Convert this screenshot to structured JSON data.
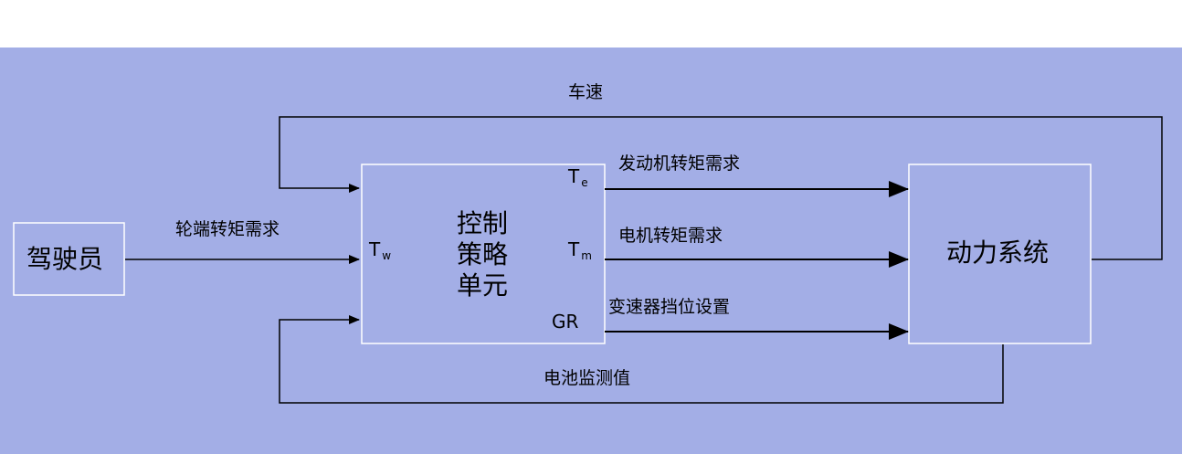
{
  "colors": {
    "background": "#a3aee6",
    "box_fill": "#a3aee6",
    "box_border": "#ffffff",
    "line": "#000000"
  },
  "nodes": {
    "driver": {
      "label": "驾驶员"
    },
    "control_unit": {
      "label_lines": [
        "控制",
        "策略",
        "单元"
      ]
    },
    "power_system": {
      "label": "动力系统"
    }
  },
  "ports": {
    "tw": {
      "main": "T",
      "sub": "w"
    },
    "te": {
      "main": "T",
      "sub": "e"
    },
    "tm": {
      "main": "T",
      "sub": "m"
    },
    "gr": {
      "main": "GR"
    }
  },
  "edges": {
    "wheel_torque_demand": "轮端转矩需求",
    "engine_torque_demand": "发动机转矩需求",
    "motor_torque_demand": "电机转矩需求",
    "gear_setting": "变速器挡位设置",
    "vehicle_speed": "车速",
    "battery_monitor": "电池监测值"
  }
}
